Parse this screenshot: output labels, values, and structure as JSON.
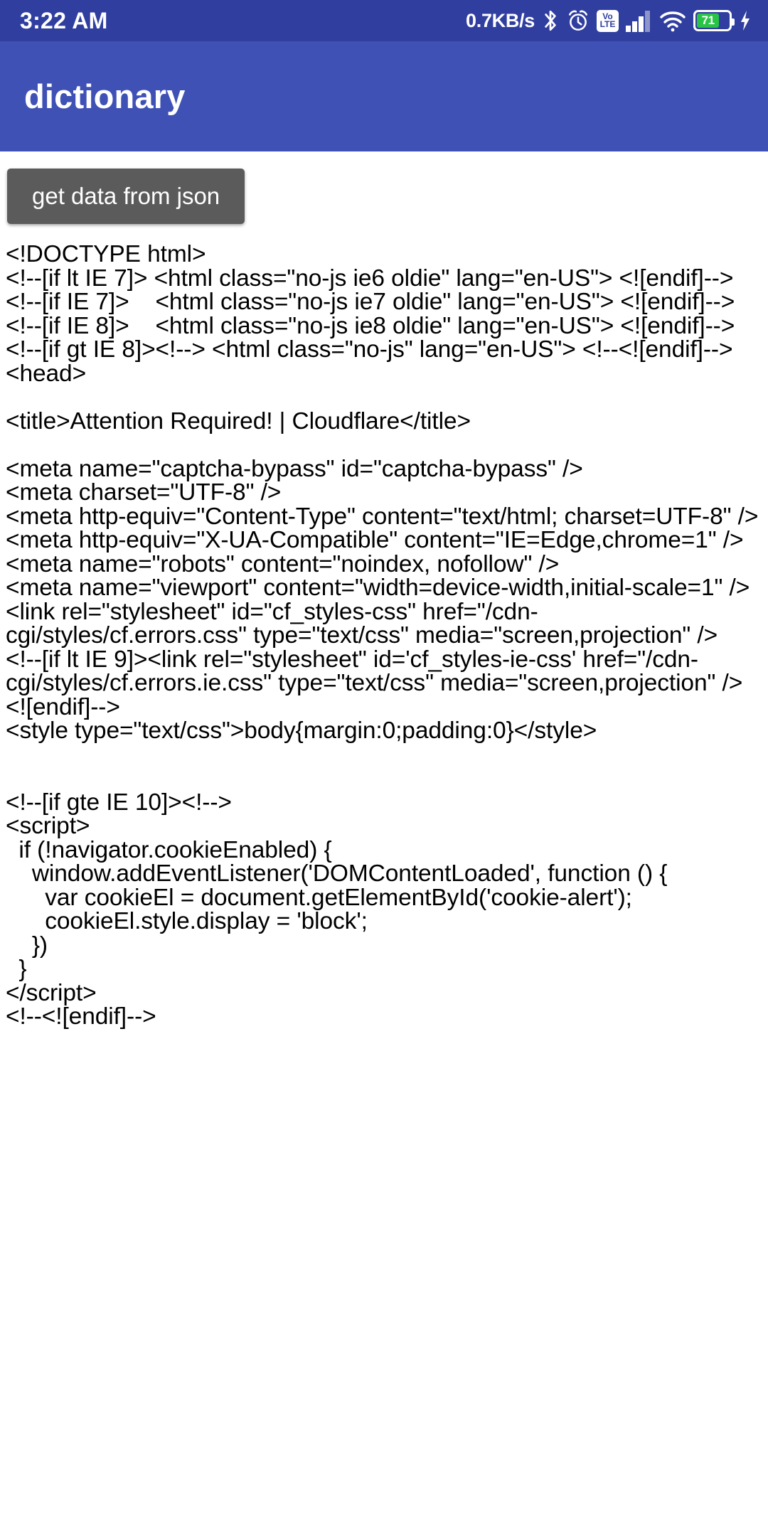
{
  "status_bar": {
    "time": "3:22 AM",
    "network_speed": "0.7KB/s",
    "icons": [
      "bluetooth-icon",
      "alarm-clock-icon",
      "volte-icon",
      "cellular-signal-icon",
      "wifi-icon",
      "battery-icon",
      "charging-bolt-icon"
    ],
    "volte_top": "Vo",
    "volte_bottom": "LTE",
    "battery_percent": "71",
    "background_color": "#303f9f"
  },
  "app_bar": {
    "title": "dictionary",
    "background_color": "#3f51b5",
    "text_color": "#ffffff"
  },
  "main": {
    "button_label": "get data from json",
    "button_color": "#5b5b5b",
    "code_text": "<!DOCTYPE html>\n<!--[if lt IE 7]> <html class=\"no-js ie6 oldie\" lang=\"en-US\"> <![endif]-->\n<!--[if IE 7]>    <html class=\"no-js ie7 oldie\" lang=\"en-US\"> <![endif]-->\n<!--[if IE 8]>    <html class=\"no-js ie8 oldie\" lang=\"en-US\"> <![endif]-->\n<!--[if gt IE 8]><!--> <html class=\"no-js\" lang=\"en-US\"> <!--<![endif]-->\n<head>\n\n<title>Attention Required! | Cloudflare</title>\n\n<meta name=\"captcha-bypass\" id=\"captcha-bypass\" />\n<meta charset=\"UTF-8\" />\n<meta http-equiv=\"Content-Type\" content=\"text/html; charset=UTF-8\" />\n<meta http-equiv=\"X-UA-Compatible\" content=\"IE=Edge,chrome=1\" />\n<meta name=\"robots\" content=\"noindex, nofollow\" />\n<meta name=\"viewport\" content=\"width=device-width,initial-scale=1\" />\n<link rel=\"stylesheet\" id=\"cf_styles-css\" href=\"/cdn-cgi/styles/cf.errors.css\" type=\"text/css\" media=\"screen,projection\" />\n<!--[if lt IE 9]><link rel=\"stylesheet\" id='cf_styles-ie-css' href=\"/cdn-cgi/styles/cf.errors.ie.css\" type=\"text/css\" media=\"screen,projection\" /><![endif]-->\n<style type=\"text/css\">body{margin:0;padding:0}</style>\n\n\n<!--[if gte IE 10]><!-->\n<script>\n  if (!navigator.cookieEnabled) {\n    window.addEventListener('DOMContentLoaded', function () {\n      var cookieEl = document.getElementById('cookie-alert');\n      cookieEl.style.display = 'block';\n    })\n  }\n</script>\n<!--<![endif]-->"
  }
}
